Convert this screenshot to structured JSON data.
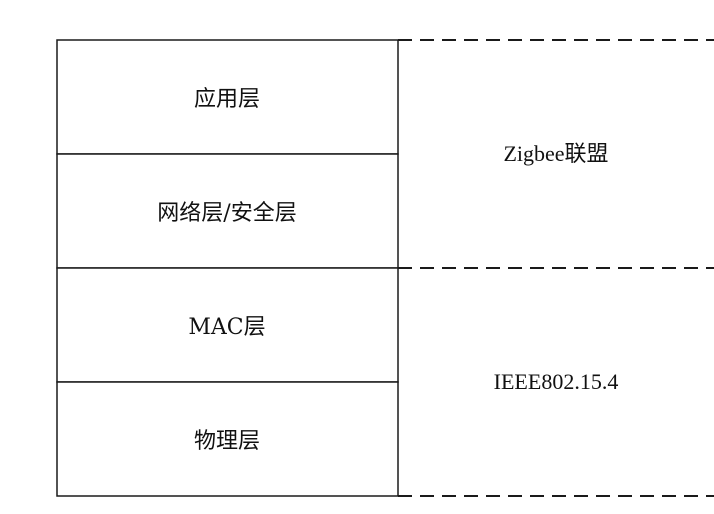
{
  "stack": {
    "layers": [
      {
        "label": "应用层"
      },
      {
        "label": "网络层/安全层"
      },
      {
        "label": "MAC层"
      },
      {
        "label": "物理层"
      }
    ],
    "standards": [
      {
        "label": "Zigbee联盟"
      },
      {
        "label": "IEEE802.15.4"
      }
    ]
  },
  "colors": {
    "line": "#1a1a1a",
    "text": "#111111",
    "background": "#ffffff"
  }
}
